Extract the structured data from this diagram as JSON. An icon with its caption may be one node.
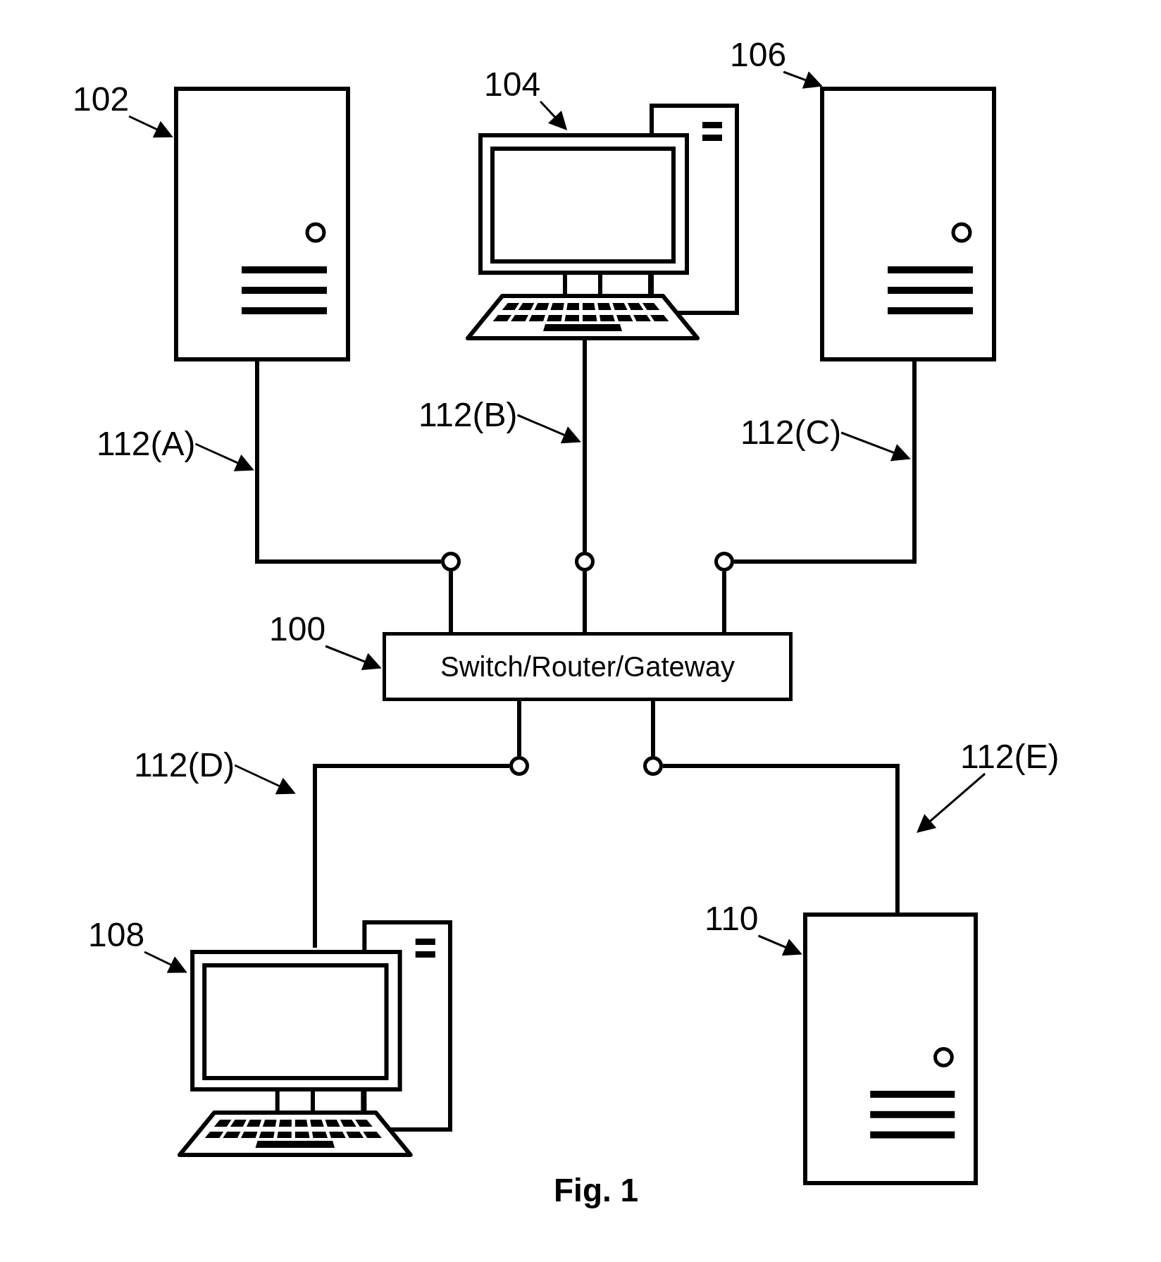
{
  "diagram": {
    "caption": "Fig. 1",
    "nodes": [
      {
        "text": [
          "102"
        ]
      },
      {
        "text": [],
        "shape": "picture"
      },
      {
        "text": [
          "104"
        ]
      },
      {
        "text": [],
        "shape": "picture"
      },
      {
        "text": [
          "106"
        ]
      },
      {
        "text": [],
        "shape": "picture"
      },
      {
        "text": [
          "112(A)"
        ]
      },
      {
        "text": [
          "112(B)"
        ]
      },
      {
        "text": [
          "112(C)"
        ]
      },
      {
        "text": [],
        "shape": "circle"
      },
      {
        "text": [],
        "shape": "circle"
      },
      {
        "text": [],
        "shape": "circle"
      },
      {
        "text": [
          "100"
        ]
      },
      {
        "text": [
          "Switch/Router/Gateway"
        ]
      },
      {
        "text": [],
        "shape": "circle"
      },
      {
        "text": [],
        "shape": "circle"
      },
      {
        "text": [
          "112(D)"
        ]
      },
      {
        "text": [
          "112(E)"
        ]
      },
      {
        "text": [
          "108"
        ]
      },
      {
        "text": [],
        "shape": "picture"
      },
      {
        "text": [
          "110"
        ]
      },
      {
        "text": [],
        "shape": "picture"
      }
    ],
    "edges": [
      {
        "from": 0,
        "to": 1,
        "arrow": "to"
      },
      {
        "from": 2,
        "to": 3,
        "arrow": "to"
      },
      {
        "from": 4,
        "to": 5,
        "arrow": "to"
      },
      {
        "from": 1,
        "to": 9,
        "arrow": "none",
        "style": "thick"
      },
      {
        "from": 3,
        "to": 10,
        "arrow": "none",
        "style": "thick"
      },
      {
        "from": 5,
        "to": 11,
        "arrow": "none",
        "style": "thick"
      },
      {
        "from": 9,
        "to": 13,
        "arrow": "none",
        "style": "thick"
      },
      {
        "from": 10,
        "to": 13,
        "arrow": "none",
        "style": "thick"
      },
      {
        "from": 11,
        "to": 13,
        "arrow": "none",
        "style": "thick"
      },
      {
        "from": 6,
        "to": null,
        "arrow": "to"
      },
      {
        "from": 7,
        "to": null,
        "arrow": "to"
      },
      {
        "from": 8,
        "to": null,
        "arrow": "to"
      },
      {
        "from": 12,
        "to": 13,
        "arrow": "to"
      },
      {
        "from": 13,
        "to": 14,
        "arrow": "none",
        "style": "thick"
      },
      {
        "from": 13,
        "to": 15,
        "arrow": "none",
        "style": "thick"
      },
      {
        "from": 14,
        "to": 19,
        "arrow": "none",
        "style": "thick"
      },
      {
        "from": 15,
        "to": 21,
        "arrow": "none",
        "style": "thick"
      },
      {
        "from": 16,
        "to": null,
        "arrow": "to"
      },
      {
        "from": 17,
        "to": null,
        "arrow": "to"
      },
      {
        "from": 18,
        "to": 19,
        "arrow": "to"
      },
      {
        "from": 20,
        "to": 21,
        "arrow": "to"
      }
    ]
  }
}
